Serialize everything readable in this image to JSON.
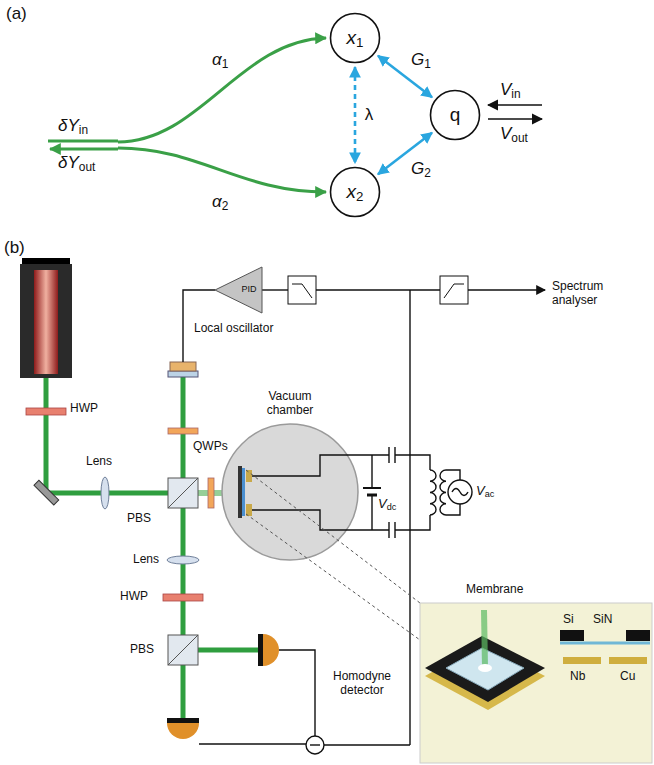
{
  "diagram": {
    "nodes": [
      {
        "text": [
          "x1"
        ]
      },
      {
        "text": [
          "q"
        ]
      },
      {
        "text": [
          "x2"
        ]
      }
    ],
    "edges": [
      {
        "from": 0,
        "to": 1,
        "arrow": "both",
        "label": "G1"
      },
      {
        "from": 2,
        "to": 1,
        "arrow": "both",
        "label": "G2"
      },
      {
        "from": 0,
        "to": 2,
        "arrow": "both",
        "label": "λ"
      }
    ],
    "labels": [
      "(a)",
      "δYin",
      "δYout",
      "α1",
      "α2",
      "Vin",
      "Vout",
      "(b)",
      "HWP",
      "Lens",
      "PBS",
      "QWPs",
      "Local oscillator",
      "Vacuum chamber",
      "Lens",
      "HWP",
      "PBS",
      "Homodyne detector",
      "PID",
      "Spectrum analyser",
      "Vdc",
      "Vac",
      "Membrane",
      "Si",
      "SiN",
      "Nb",
      "Cu"
    ]
  }
}
